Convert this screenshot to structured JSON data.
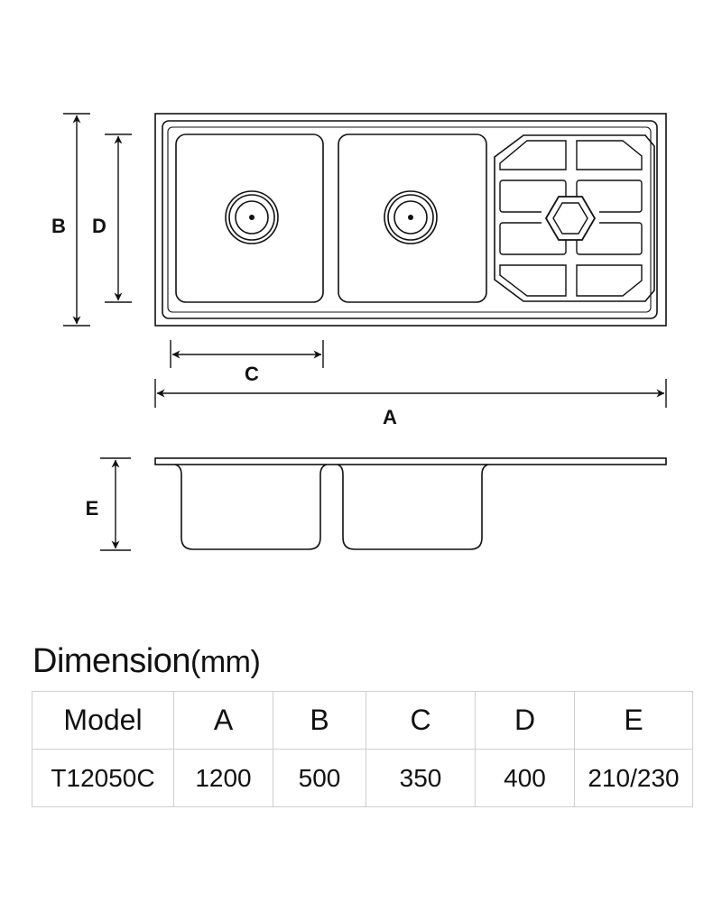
{
  "drawing": {
    "labels": {
      "a": "A",
      "b": "B",
      "c": "C",
      "d": "D",
      "e": "E"
    }
  },
  "table": {
    "title": "Dimension",
    "unit": "(mm)",
    "headers": [
      "Model",
      "A",
      "B",
      "C",
      "D",
      "E"
    ],
    "rows": [
      [
        "T12050C",
        "1200",
        "500",
        "350",
        "400",
        "210/230"
      ]
    ]
  }
}
